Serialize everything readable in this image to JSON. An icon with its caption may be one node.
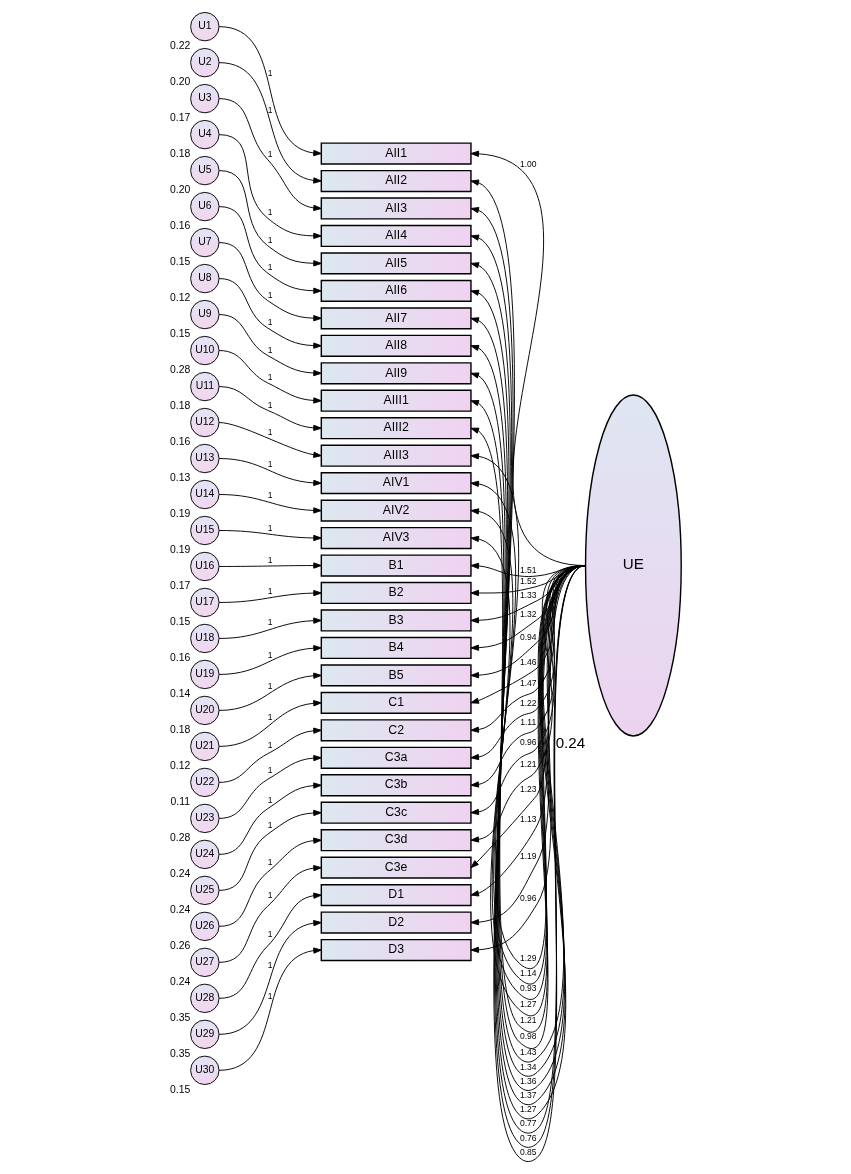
{
  "diagram": {
    "nodes": [
      {
        "text": [
          "U1"
        ],
        "beside": [
          "0.22"
        ]
      },
      {
        "text": [
          "U2"
        ],
        "beside": [
          "0.20"
        ]
      },
      {
        "text": [
          "U3"
        ],
        "beside": [
          "0.17"
        ]
      },
      {
        "text": [
          "U4"
        ],
        "beside": [
          "0.18"
        ]
      },
      {
        "text": [
          "U5"
        ],
        "beside": [
          "0.20"
        ]
      },
      {
        "text": [
          "U6"
        ],
        "beside": [
          "0.16"
        ]
      },
      {
        "text": [
          "U7"
        ],
        "beside": [
          "0.15"
        ]
      },
      {
        "text": [
          "U8"
        ],
        "beside": [
          "0.12"
        ]
      },
      {
        "text": [
          "U9"
        ],
        "beside": [
          "0.15"
        ]
      },
      {
        "text": [
          "U10"
        ],
        "beside": [
          "0.28"
        ]
      },
      {
        "text": [
          "U11"
        ],
        "beside": [
          "0.18"
        ]
      },
      {
        "text": [
          "U12"
        ],
        "beside": [
          "0.16"
        ]
      },
      {
        "text": [
          "U13"
        ],
        "beside": [
          "0.13"
        ]
      },
      {
        "text": [
          "U14"
        ],
        "beside": [
          "0.19"
        ]
      },
      {
        "text": [
          "U15"
        ],
        "beside": [
          "0.19"
        ]
      },
      {
        "text": [
          "U16"
        ],
        "beside": [
          "0.17"
        ]
      },
      {
        "text": [
          "U17"
        ],
        "beside": [
          "0.15"
        ]
      },
      {
        "text": [
          "U18"
        ],
        "beside": [
          "0.16"
        ]
      },
      {
        "text": [
          "U19"
        ],
        "beside": [
          "0.14"
        ]
      },
      {
        "text": [
          "U20"
        ],
        "beside": [
          "0.18"
        ]
      },
      {
        "text": [
          "U21"
        ],
        "beside": [
          "0.12"
        ]
      },
      {
        "text": [
          "U22"
        ],
        "beside": [
          "0.11"
        ]
      },
      {
        "text": [
          "U23"
        ],
        "beside": [
          "0.28"
        ]
      },
      {
        "text": [
          "U24"
        ],
        "beside": [
          "0.24"
        ]
      },
      {
        "text": [
          "U25"
        ],
        "beside": [
          "0.24"
        ]
      },
      {
        "text": [
          "U26"
        ],
        "beside": [
          "0.26"
        ]
      },
      {
        "text": [
          "U27"
        ],
        "beside": [
          "0.24"
        ]
      },
      {
        "text": [
          "U28"
        ],
        "beside": [
          "0.35"
        ]
      },
      {
        "text": [
          "U29"
        ],
        "beside": [
          "0.35"
        ]
      },
      {
        "text": [
          "U30"
        ],
        "beside": [
          "0.15"
        ]
      },
      {
        "text": [
          "AII1"
        ]
      },
      {
        "text": [
          "AII2"
        ]
      },
      {
        "text": [
          "AII3"
        ]
      },
      {
        "text": [
          "AII4"
        ]
      },
      {
        "text": [
          "AII5"
        ]
      },
      {
        "text": [
          "AII6"
        ]
      },
      {
        "text": [
          "AII7"
        ]
      },
      {
        "text": [
          "AII8"
        ]
      },
      {
        "text": [
          "AII9"
        ]
      },
      {
        "text": [
          "AIII1"
        ]
      },
      {
        "text": [
          "AIII2"
        ]
      },
      {
        "text": [
          "AIII3"
        ]
      },
      {
        "text": [
          "AIV1"
        ]
      },
      {
        "text": [
          "AIV2"
        ]
      },
      {
        "text": [
          "AIV3"
        ]
      },
      {
        "text": [
          "B1"
        ]
      },
      {
        "text": [
          "B2"
        ]
      },
      {
        "text": [
          "B3"
        ]
      },
      {
        "text": [
          "B4"
        ]
      },
      {
        "text": [
          "B5"
        ]
      },
      {
        "text": [
          "C1"
        ]
      },
      {
        "text": [
          "C2"
        ]
      },
      {
        "text": [
          "C3a"
        ]
      },
      {
        "text": [
          "C3b"
        ]
      },
      {
        "text": [
          "C3c"
        ]
      },
      {
        "text": [
          "C3d"
        ]
      },
      {
        "text": [
          "C3e"
        ]
      },
      {
        "text": [
          "D1"
        ]
      },
      {
        "text": [
          "D2"
        ]
      },
      {
        "text": [
          "D3"
        ]
      },
      {
        "text": [
          "UE"
        ],
        "beside": [
          "0.24"
        ]
      }
    ],
    "edges": [
      {
        "from": 0,
        "to": 30,
        "arrow": "to",
        "label": "1"
      },
      {
        "from": 1,
        "to": 31,
        "arrow": "to",
        "label": "1"
      },
      {
        "from": 2,
        "to": 32,
        "arrow": "to",
        "label": "1"
      },
      {
        "from": 3,
        "to": 33,
        "arrow": "to",
        "label": "1"
      },
      {
        "from": 4,
        "to": 34,
        "arrow": "to",
        "label": "1"
      },
      {
        "from": 5,
        "to": 35,
        "arrow": "to",
        "label": "1"
      },
      {
        "from": 6,
        "to": 36,
        "arrow": "to",
        "label": "1"
      },
      {
        "from": 7,
        "to": 37,
        "arrow": "to",
        "label": "1"
      },
      {
        "from": 8,
        "to": 38,
        "arrow": "to",
        "label": "1"
      },
      {
        "from": 9,
        "to": 39,
        "arrow": "to",
        "label": "1"
      },
      {
        "from": 10,
        "to": 40,
        "arrow": "to",
        "label": "1"
      },
      {
        "from": 11,
        "to": 41,
        "arrow": "to",
        "label": "1"
      },
      {
        "from": 12,
        "to": 42,
        "arrow": "to",
        "label": "1"
      },
      {
        "from": 13,
        "to": 43,
        "arrow": "to",
        "label": "1"
      },
      {
        "from": 14,
        "to": 44,
        "arrow": "to",
        "label": "1"
      },
      {
        "from": 15,
        "to": 45,
        "arrow": "to",
        "label": "1"
      },
      {
        "from": 16,
        "to": 46,
        "arrow": "to",
        "label": "1"
      },
      {
        "from": 17,
        "to": 47,
        "arrow": "to",
        "label": "1"
      },
      {
        "from": 18,
        "to": 48,
        "arrow": "to",
        "label": "1"
      },
      {
        "from": 19,
        "to": 49,
        "arrow": "to",
        "label": "1"
      },
      {
        "from": 20,
        "to": 50,
        "arrow": "to",
        "label": "1"
      },
      {
        "from": 21,
        "to": 51,
        "arrow": "to",
        "label": "1"
      },
      {
        "from": 22,
        "to": 52,
        "arrow": "to",
        "label": "1"
      },
      {
        "from": 23,
        "to": 53,
        "arrow": "to",
        "label": "1"
      },
      {
        "from": 24,
        "to": 54,
        "arrow": "to",
        "label": "1"
      },
      {
        "from": 25,
        "to": 55,
        "arrow": "to",
        "label": "1"
      },
      {
        "from": 26,
        "to": 56,
        "arrow": "to",
        "label": "1"
      },
      {
        "from": 27,
        "to": 57,
        "arrow": "to",
        "label": "1"
      },
      {
        "from": 28,
        "to": 58,
        "arrow": "to",
        "label": "1"
      },
      {
        "from": 29,
        "to": 59,
        "arrow": "to",
        "label": "1"
      },
      {
        "from": 60,
        "to": 30,
        "arrow": "to",
        "label": "1.00"
      },
      {
        "from": 60,
        "to": 31,
        "arrow": "to",
        "label": "0.85"
      },
      {
        "from": 60,
        "to": 32,
        "arrow": "to",
        "label": "0.76"
      },
      {
        "from": 60,
        "to": 33,
        "arrow": "to",
        "label": "0.77"
      },
      {
        "from": 60,
        "to": 34,
        "arrow": "to",
        "label": "1.27"
      },
      {
        "from": 60,
        "to": 35,
        "arrow": "to",
        "label": "1.37"
      },
      {
        "from": 60,
        "to": 36,
        "arrow": "to",
        "label": "1.36"
      },
      {
        "from": 60,
        "to": 37,
        "arrow": "to",
        "label": "1.34"
      },
      {
        "from": 60,
        "to": 38,
        "arrow": "to",
        "label": "1.43"
      },
      {
        "from": 60,
        "to": 39,
        "arrow": "to",
        "label": "0.98"
      },
      {
        "from": 60,
        "to": 40,
        "arrow": "to",
        "label": "1.21"
      },
      {
        "from": 60,
        "to": 41,
        "arrow": "to",
        "label": "1.27"
      },
      {
        "from": 60,
        "to": 42,
        "arrow": "to",
        "label": "0.93"
      },
      {
        "from": 60,
        "to": 43,
        "arrow": "to",
        "label": "1.14"
      },
      {
        "from": 60,
        "to": 44,
        "arrow": "to",
        "label": "1.29"
      },
      {
        "from": 60,
        "to": 45,
        "arrow": "to",
        "label": "1.51"
      },
      {
        "from": 60,
        "to": 46,
        "arrow": "to",
        "label": "1.52"
      },
      {
        "from": 60,
        "to": 47,
        "arrow": "to",
        "label": "1.33"
      },
      {
        "from": 60,
        "to": 48,
        "arrow": "to",
        "label": "1.32"
      },
      {
        "from": 60,
        "to": 49,
        "arrow": "to",
        "label": "0.94"
      },
      {
        "from": 60,
        "to": 50,
        "arrow": "to",
        "label": "1.46"
      },
      {
        "from": 60,
        "to": 51,
        "arrow": "to",
        "label": "1.47"
      },
      {
        "from": 60,
        "to": 52,
        "arrow": "to",
        "label": "1.22"
      },
      {
        "from": 60,
        "to": 53,
        "arrow": "to",
        "label": "1.11"
      },
      {
        "from": 60,
        "to": 54,
        "arrow": "to",
        "label": "0.96"
      },
      {
        "from": 60,
        "to": 55,
        "arrow": "to",
        "label": "1.21"
      },
      {
        "from": 60,
        "to": 56,
        "arrow": "to",
        "label": "1.23"
      },
      {
        "from": 60,
        "to": 57,
        "arrow": "to",
        "label": "1.13"
      },
      {
        "from": 60,
        "to": 58,
        "arrow": "to",
        "label": "1.19"
      },
      {
        "from": 60,
        "to": 59,
        "arrow": "to",
        "label": "0.96"
      }
    ]
  }
}
